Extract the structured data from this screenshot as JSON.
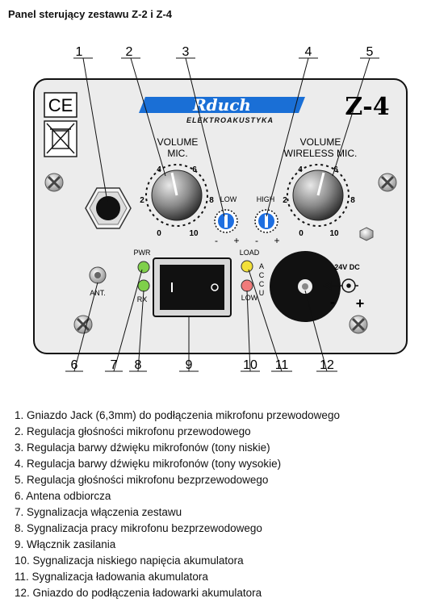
{
  "title": "Panel sterujący zestawu Z-2 i Z-4",
  "brand": {
    "logo": "Rduch",
    "subtitle": "ELEKTROAKUSTYKA",
    "model": "Z-4"
  },
  "panel": {
    "volume_mic": "VOLUME",
    "volume_mic_2": "MIC.",
    "volume_wireless": "VOLUME",
    "volume_wireless_2": "WIRELESS MIC.",
    "ticks": [
      "0",
      "2",
      "4",
      "6",
      "8",
      "10"
    ],
    "low": "LOW",
    "high": "HIGH",
    "minus": "-",
    "plus": "+",
    "pwr": "PWR",
    "rx": "RX",
    "ant": "ANT.",
    "load": "LOAD",
    "low_batt": "LOW",
    "accu": [
      "A",
      "C",
      "C",
      "U"
    ],
    "dc": "24V DC",
    "dc_minus": "-",
    "dc_plus": "+",
    "ce": "CE"
  },
  "callouts_top": [
    "1",
    "2",
    "3",
    "4",
    "5"
  ],
  "callouts_bottom": [
    "6",
    "7",
    "8",
    "9",
    "10",
    "11",
    "12"
  ],
  "legend": [
    "1. Gniazdo Jack (6,3mm) do podłączenia mikrofonu przewodowego",
    "2. Regulacja głośności mikrofonu przewodowego",
    "3. Regulacja barwy dźwięku mikrofonów (tony niskie)",
    "4. Regulacja barwy dźwięku mikrofonów (tony wysokie)",
    "5. Regulacja głośności mikrofonu bezprzewodowego",
    "6. Antena odbiorcza",
    "7. Sygnalizacja włączenia zestawu",
    "8. Sygnalizacja pracy mikrofonu bezprzewodowego",
    "9. Włącznik zasilania",
    "10. Sygnalizacja niskiego napięcia akumulatora",
    "11. Sygnalizacja ładowania akumulatora",
    "12. Gniazdo do podłączenia ładowarki akumulatora"
  ],
  "colors": {
    "logo_blue": "#1a6fd6",
    "pwr_led": "#7fd04a",
    "rx_led": "#7fd04a",
    "load_led": "#f2e03a",
    "low_led": "#f07a7a",
    "knob_blue": "#1f6fe0"
  }
}
